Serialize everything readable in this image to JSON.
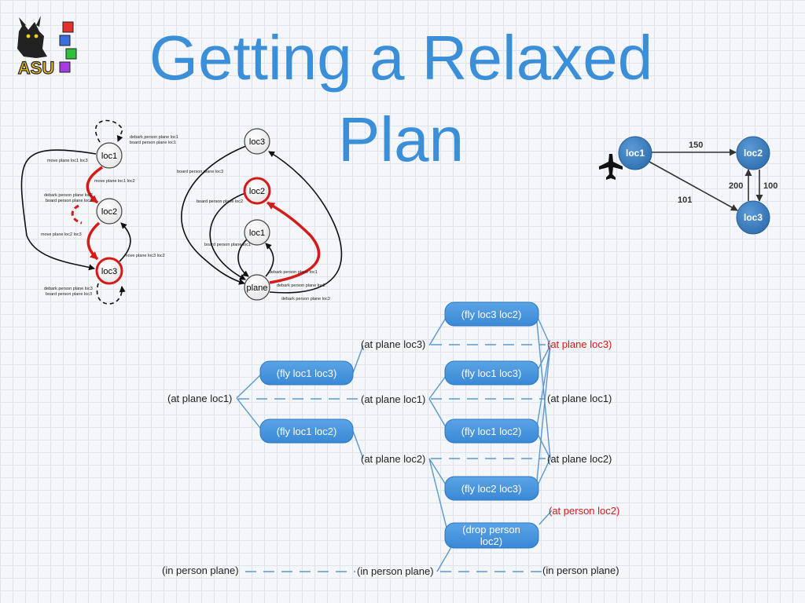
{
  "title_line1": "Getting a Relaxed",
  "title_line2": "Plan",
  "logo": {
    "text": "ASU"
  },
  "colors": {
    "title": "#3b8ed8",
    "highlight": "#d61a1a",
    "action_box": "#3f91dd",
    "connector": "#5b98cf",
    "map_node": "#3b82c4"
  },
  "diagram1": {
    "nodes": [
      "loc1",
      "loc2",
      "loc3"
    ],
    "labels": {
      "debark_board_loc1_a": "debark person plane loc1",
      "debark_board_loc1_b": "board person plane loc1",
      "move_loc1_loc3": "move plane loc1 loc3",
      "move_loc1_loc2": "move plane loc1 loc2",
      "debark_loc2": "debark person plane loc2",
      "board_loc2": "board person plane loc2",
      "move_loc2_loc3": "move plane loc2 loc3",
      "move_loc3_loc2": "move plane loc3 loc2",
      "debark_loc3": "debark person plane loc3",
      "board_loc3": "board person plane loc3"
    }
  },
  "diagram2": {
    "nodes": [
      "loc3",
      "loc2",
      "loc1",
      "plane"
    ],
    "labels": {
      "board_loc3": "board person plane loc3",
      "board_loc2": "board person plane loc2",
      "board_loc1": "board person plane loc1",
      "debark_loc1": "debark person plane loc1",
      "debark_loc2": "debark person plane loc2",
      "debark_loc3": "debark person plane loc3"
    }
  },
  "map": {
    "nodes": [
      "loc1",
      "loc2",
      "loc3"
    ],
    "distances": [
      "150",
      "200",
      "100",
      "101"
    ],
    "icon": "airplane-icon"
  },
  "graph": {
    "level0": {
      "at_plane_loc1": "(at plane loc1)",
      "in_person_plane": "(in person plane)"
    },
    "actions1": [
      "(fly loc1 loc3)",
      "(fly loc1 loc2)"
    ],
    "level1": {
      "at_plane_loc3": "(at plane loc3)",
      "at_plane_loc1": "(at plane loc1)",
      "at_plane_loc2": "(at plane loc2)",
      "in_person_plane": "(in person plane)"
    },
    "actions2": [
      "(fly loc3 loc2)",
      "(fly loc1 loc3)",
      "(fly loc1 loc2)",
      "(fly loc2 loc3)",
      "(drop person",
      "loc2)"
    ],
    "level2": {
      "at_plane_loc3": "(at plane loc3)",
      "at_plane_loc1": "(at plane loc1)",
      "at_plane_loc2": "(at plane loc2)",
      "at_person_loc2": "(at person loc2)",
      "in_person_plane": "(in person plane)"
    }
  }
}
